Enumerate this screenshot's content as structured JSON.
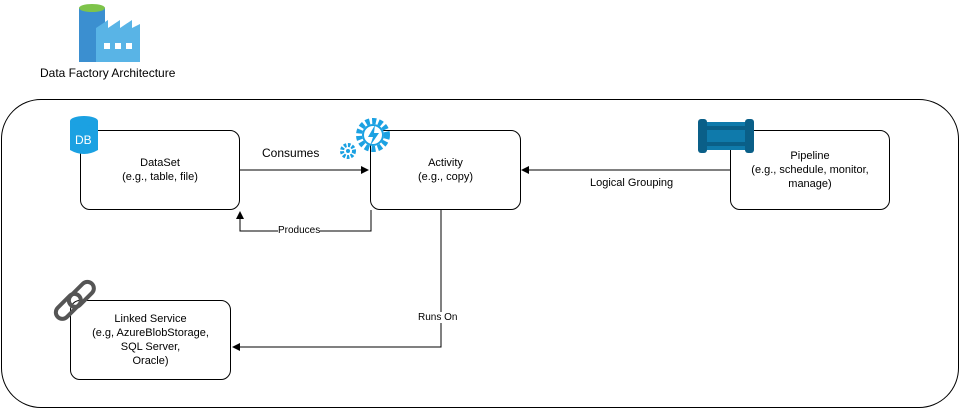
{
  "header": {
    "title": "Data Factory Architecture"
  },
  "nodes": {
    "dataset": {
      "title": "DataSet",
      "detail": "(e.g., table, file)"
    },
    "activity": {
      "title": "Activity",
      "detail": "(e.g., copy)"
    },
    "pipeline": {
      "title": "Pipeline",
      "detail_1": "(e.g., schedule, monitor,",
      "detail_2": "manage)"
    },
    "linked_service": {
      "title": "Linked Service",
      "detail_1": "(e.g, AzureBlobStorage,",
      "detail_2": "SQL Server,",
      "detail_3": "Oracle)"
    }
  },
  "edges": {
    "consumes": "Consumes",
    "produces": "Produces",
    "logical_grouping": "Logical Grouping",
    "runs_on": "Runs On"
  },
  "icons": {
    "factory": "factory-icon",
    "database": "database-icon",
    "activity": "activity-gear-icon",
    "pipeline": "pipeline-icon",
    "link": "chain-link-icon"
  },
  "colors": {
    "accent": "#1ba1e2",
    "pipeline": "#0a6a90",
    "link": "#555555"
  }
}
